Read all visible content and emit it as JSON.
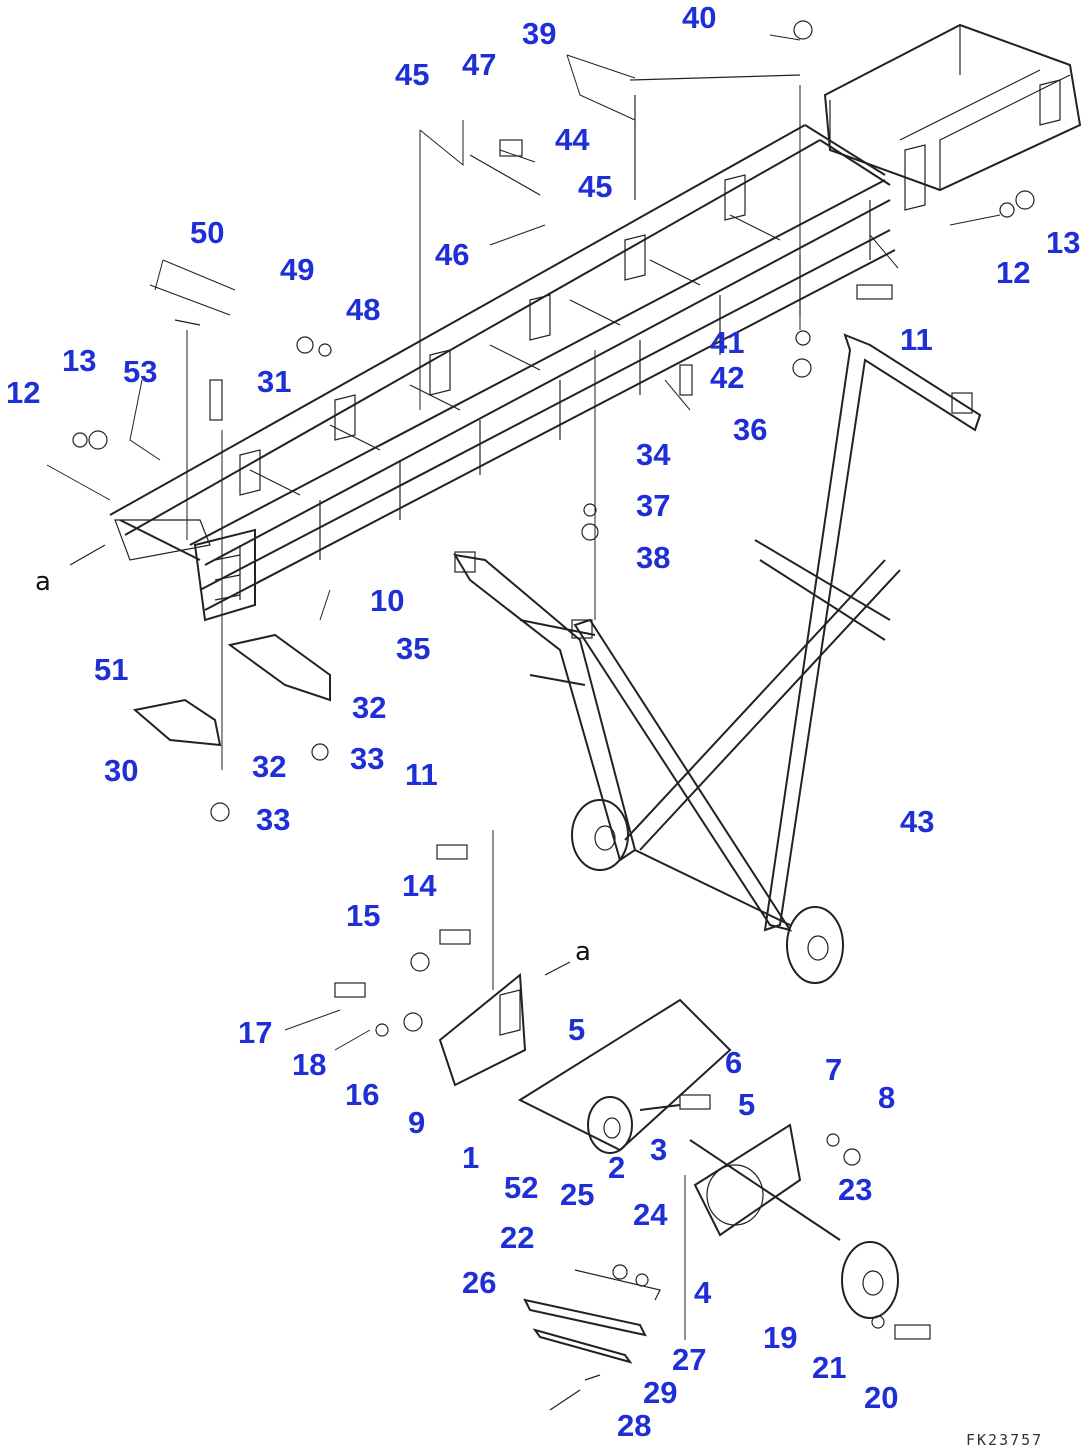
{
  "callouts": [
    {
      "id": "1"
    },
    {
      "id": "2"
    },
    {
      "id": "3"
    },
    {
      "id": "4"
    },
    {
      "id": "5"
    },
    {
      "id": "5b",
      "label": "5"
    },
    {
      "id": "6"
    },
    {
      "id": "7"
    },
    {
      "id": "8"
    },
    {
      "id": "9"
    },
    {
      "id": "10"
    },
    {
      "id": "11a",
      "label": "11"
    },
    {
      "id": "11b",
      "label": "11"
    },
    {
      "id": "12a",
      "label": "12"
    },
    {
      "id": "12b",
      "label": "12"
    },
    {
      "id": "13a",
      "label": "13"
    },
    {
      "id": "13b",
      "label": "13"
    },
    {
      "id": "14"
    },
    {
      "id": "15"
    },
    {
      "id": "16"
    },
    {
      "id": "17"
    },
    {
      "id": "18"
    },
    {
      "id": "19"
    },
    {
      "id": "20"
    },
    {
      "id": "21"
    },
    {
      "id": "22"
    },
    {
      "id": "23"
    },
    {
      "id": "24"
    },
    {
      "id": "25"
    },
    {
      "id": "26"
    },
    {
      "id": "27"
    },
    {
      "id": "28"
    },
    {
      "id": "29"
    },
    {
      "id": "30"
    },
    {
      "id": "31"
    },
    {
      "id": "32a",
      "label": "32"
    },
    {
      "id": "32b",
      "label": "32"
    },
    {
      "id": "33a",
      "label": "33"
    },
    {
      "id": "33b",
      "label": "33"
    },
    {
      "id": "34"
    },
    {
      "id": "35"
    },
    {
      "id": "36"
    },
    {
      "id": "37"
    },
    {
      "id": "38"
    },
    {
      "id": "39"
    },
    {
      "id": "40"
    },
    {
      "id": "41"
    },
    {
      "id": "42"
    },
    {
      "id": "43"
    },
    {
      "id": "44"
    },
    {
      "id": "45a",
      "label": "45"
    },
    {
      "id": "45b",
      "label": "45"
    },
    {
      "id": "46"
    },
    {
      "id": "47"
    },
    {
      "id": "48"
    },
    {
      "id": "49"
    },
    {
      "id": "50"
    },
    {
      "id": "51"
    },
    {
      "id": "52"
    },
    {
      "id": "53"
    }
  ],
  "labels": {
    "1": "1",
    "2": "2",
    "3": "3",
    "4": "4",
    "5": "5",
    "5b": "5",
    "6": "6",
    "7": "7",
    "8": "8",
    "9": "9",
    "10": "10",
    "11a": "11",
    "11b": "11",
    "12a": "12",
    "12b": "12",
    "13a": "13",
    "13b": "13",
    "14": "14",
    "15": "15",
    "16": "16",
    "17": "17",
    "18": "18",
    "19": "19",
    "20": "20",
    "21": "21",
    "22": "22",
    "23": "23",
    "24": "24",
    "25": "25",
    "26": "26",
    "27": "27",
    "28": "28",
    "29": "29",
    "30": "30",
    "31": "31",
    "32a": "32",
    "32b": "32",
    "33a": "33",
    "33b": "33",
    "34": "34",
    "35": "35",
    "36": "36",
    "37": "37",
    "38": "38",
    "39": "39",
    "40": "40",
    "41": "41",
    "42": "42",
    "43": "43",
    "44": "44",
    "45a": "45",
    "45b": "45",
    "46": "46",
    "47": "47",
    "48": "48",
    "49": "49",
    "50": "50",
    "51": "51",
    "52": "52",
    "53": "53"
  },
  "connection_marks": {
    "a_left": "a",
    "a_right": "a"
  },
  "drawing_code": "FK23757",
  "colors": {
    "callout": "#1f2fd6",
    "linework": "#222222",
    "background": "#ffffff"
  }
}
